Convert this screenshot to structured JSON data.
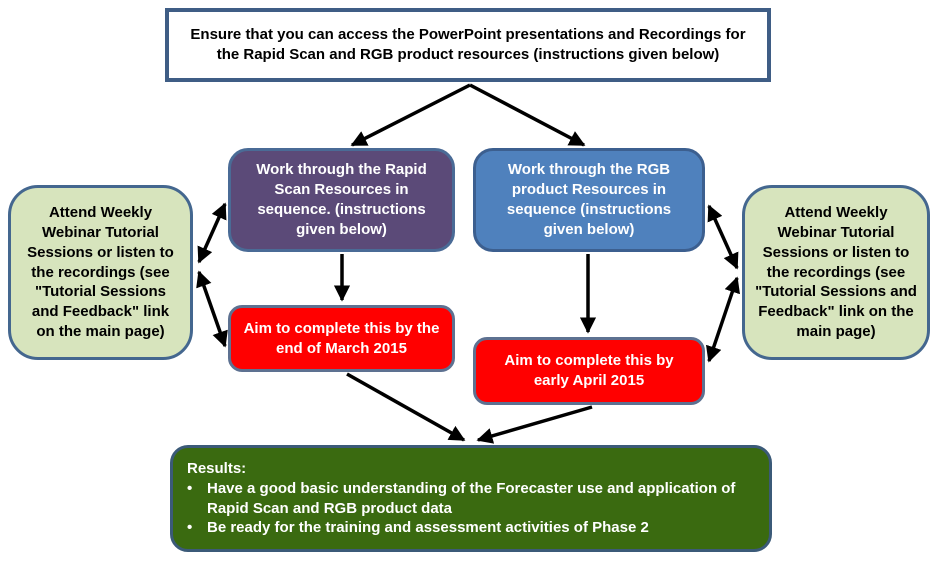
{
  "diagram": {
    "type": "flowchart",
    "background": "#ffffff",
    "colors": {
      "arrow": "#000000",
      "top_box_fill": "#ffffff",
      "top_box_border": "#3f5d85",
      "rapid_scan_fill": "#5b4a78",
      "rgb_fill": "#4f81bd",
      "webinar_fill": "#d7e4bd",
      "deadline_fill": "#ff0000",
      "results_fill": "#3a6a10",
      "box_border": "#4a6b96",
      "text_dark": "#000000",
      "text_light": "#ffffff"
    },
    "nodes": {
      "top": {
        "label": "Ensure that you can access the PowerPoint presentations and Recordings for the Rapid Scan and RGB product resources (instructions given below)"
      },
      "rapid_scan": {
        "label": "Work through the Rapid Scan Resources in sequence. (instructions given below)"
      },
      "rgb_product": {
        "label": "Work through the RGB product Resources in sequence (instructions given below)"
      },
      "webinar_left": {
        "label": "Attend Weekly Webinar Tutorial Sessions or listen to the recordings (see \"Tutorial Sessions and Feedback\" link on the main page)"
      },
      "webinar_right": {
        "label": "Attend Weekly Webinar Tutorial Sessions or listen to the recordings (see \"Tutorial Sessions and Feedback\" link on the main page)"
      },
      "deadline_march": {
        "label": "Aim to complete this by the end of March 2015"
      },
      "deadline_april": {
        "label": "Aim to complete this by early April 2015"
      },
      "results": {
        "title": "Results:",
        "bullet_glyph": "•",
        "bullets": [
          "Have a good basic understanding of the Forecaster use and application of Rapid Scan and RGB product data",
          "Be ready for the training and assessment activities of Phase 2"
        ]
      }
    },
    "edges": [
      {
        "from": "top",
        "to": "rapid_scan",
        "direction": "one-way"
      },
      {
        "from": "top",
        "to": "rgb_product",
        "direction": "one-way"
      },
      {
        "from": "rapid_scan",
        "to": "deadline_march",
        "direction": "one-way"
      },
      {
        "from": "rgb_product",
        "to": "deadline_april",
        "direction": "one-way"
      },
      {
        "from": "webinar_left",
        "to": "rapid_scan",
        "direction": "two-way"
      },
      {
        "from": "webinar_left",
        "to": "deadline_march",
        "direction": "two-way"
      },
      {
        "from": "webinar_right",
        "to": "rgb_product",
        "direction": "two-way"
      },
      {
        "from": "webinar_right",
        "to": "deadline_april",
        "direction": "two-way"
      },
      {
        "from": "deadline_march",
        "to": "results",
        "direction": "one-way"
      },
      {
        "from": "deadline_april",
        "to": "results",
        "direction": "one-way"
      }
    ]
  }
}
